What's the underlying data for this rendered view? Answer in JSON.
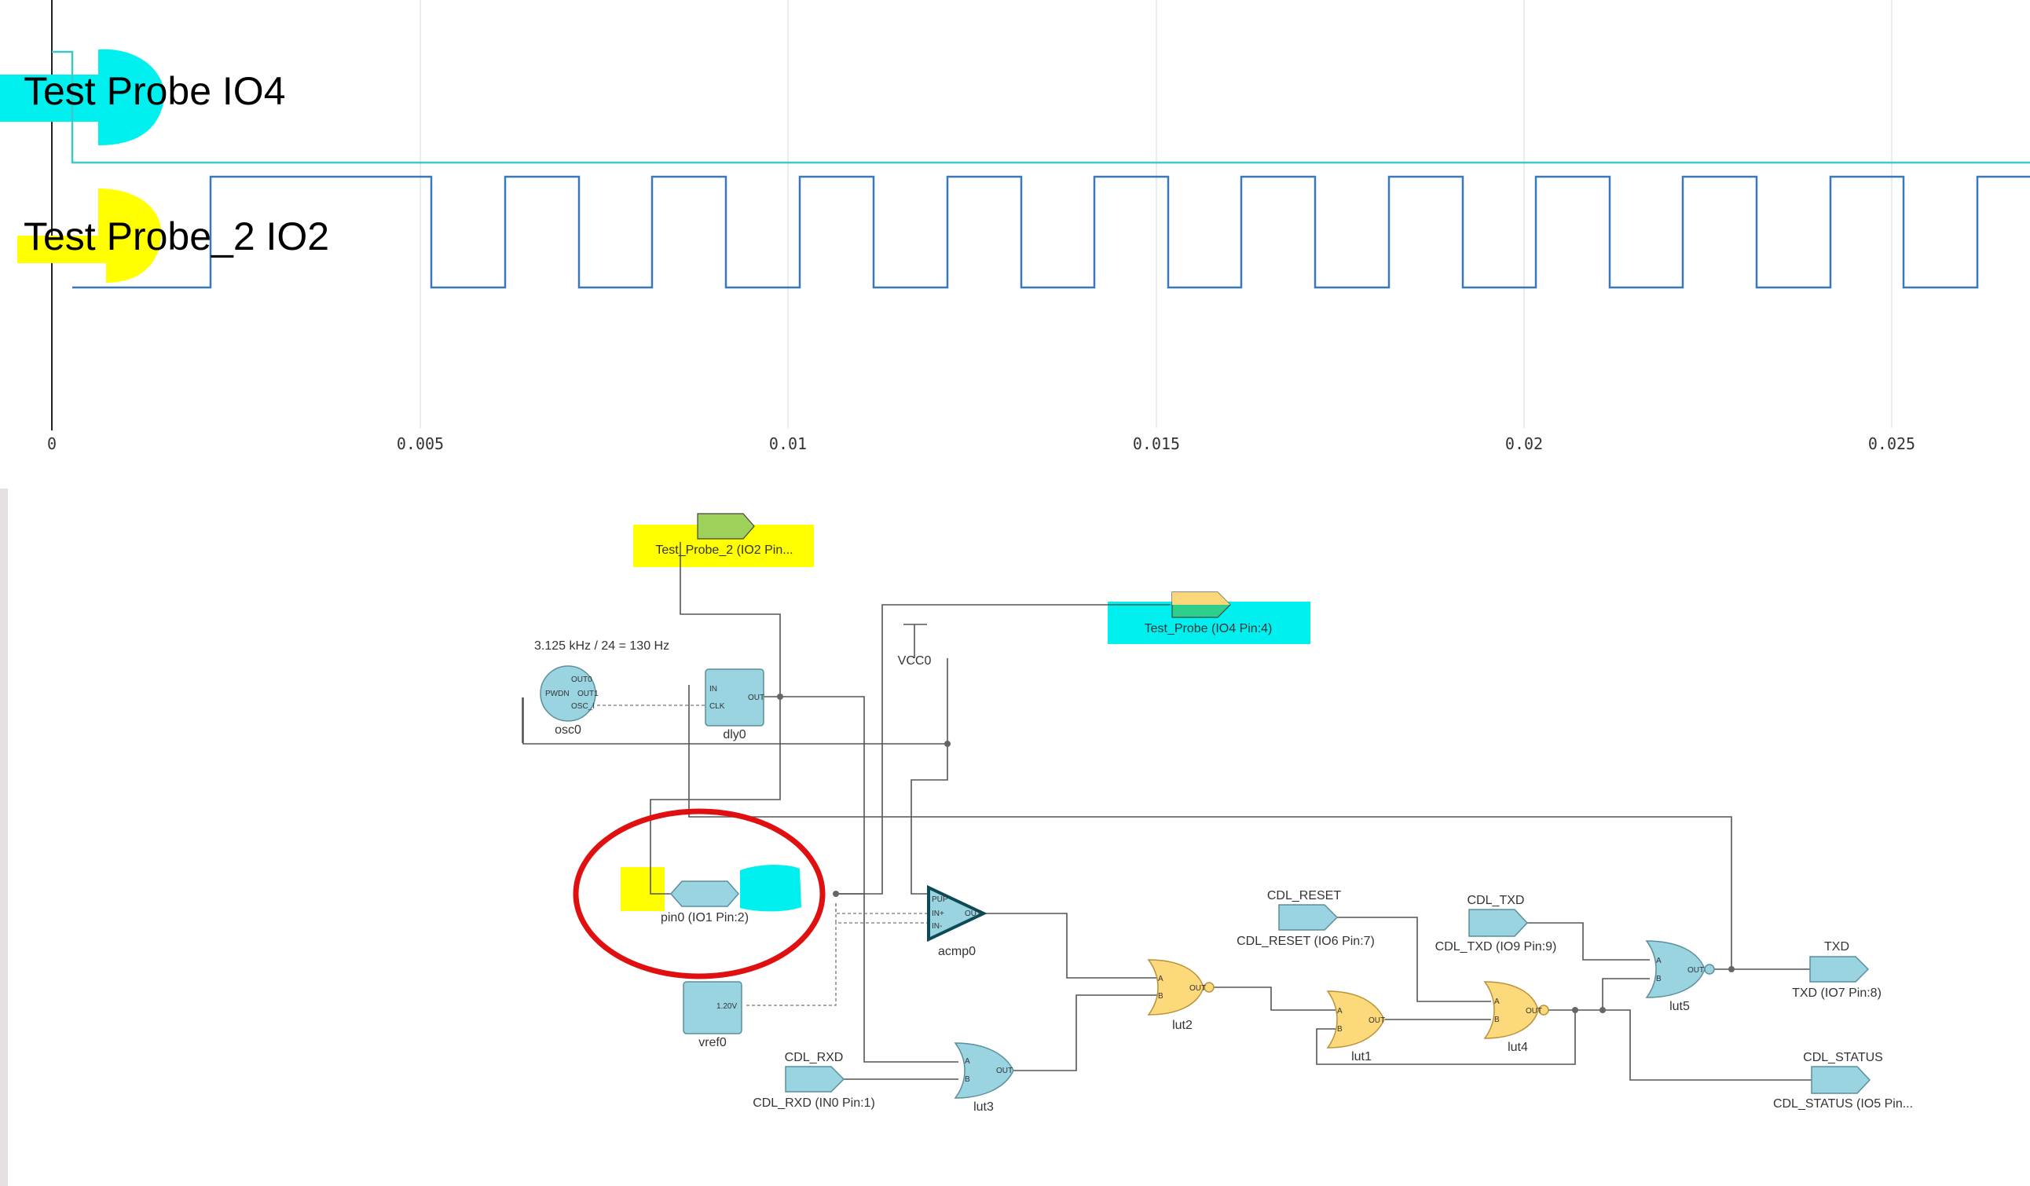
{
  "waveform": {
    "probes": [
      {
        "name": "Test Probe IO4",
        "highlight": "#00f0f0",
        "trace_color": "#3fc7c7"
      },
      {
        "name": "Test Probe_2 IO2",
        "highlight": "#ffff00",
        "trace_color": "#3a78b8"
      }
    ],
    "axis_ticks": [
      "0",
      "0.005",
      "0.01",
      "0.015",
      "0.02",
      "0.025"
    ]
  },
  "schematic": {
    "osc_freq_note": "3.125 kHz / 24 = 130 Hz",
    "components": {
      "osc0": {
        "label": "osc0",
        "pins": [
          "PWDN",
          "OUT0",
          "OUT1",
          "OSC_I"
        ]
      },
      "dly0": {
        "label": "dly0",
        "pins": [
          "IN",
          "CLK",
          "OUT"
        ]
      },
      "vcc0": {
        "label": "VCC0"
      },
      "pin0": {
        "label": "pin0 (IO1 Pin:2)"
      },
      "vref0": {
        "label": "vref0",
        "value": "1.20V"
      },
      "acmp0": {
        "label": "acmp0",
        "pins": [
          "PUP",
          "IN+",
          "IN-",
          "OUT"
        ]
      },
      "lut2": {
        "label": "lut2"
      },
      "lut1": {
        "label": "lut1"
      },
      "lut4": {
        "label": "lut4"
      },
      "lut3": {
        "label": "lut3"
      },
      "lut5": {
        "label": "lut5"
      },
      "gate_pins": [
        "A",
        "B",
        "OUT"
      ]
    },
    "ports": {
      "test_probe_2": "Test_Probe_2 (IO2 Pin...",
      "test_probe": "Test_Probe (IO4 Pin:4)",
      "cdl_reset_name": "CDL_RESET",
      "cdl_reset": "CDL_RESET (IO6 Pin:7)",
      "cdl_txd_name": "CDL_TXD",
      "cdl_txd": "CDL_TXD (IO9 Pin:9)",
      "txd_name": "TXD",
      "txd": "TXD (IO7 Pin:8)",
      "cdl_rxd_name": "CDL_RXD",
      "cdl_rxd": "CDL_RXD (IN0 Pin:1)",
      "cdl_status_name": "CDL_STATUS",
      "cdl_status": "CDL_STATUS (IO5 Pin..."
    },
    "colors": {
      "component": "#99d4e0",
      "lut": "#fcd97a",
      "highlight_yellow": "#ffff00",
      "highlight_cyan": "#00f0f0",
      "annotation_circle": "#e01010"
    }
  }
}
